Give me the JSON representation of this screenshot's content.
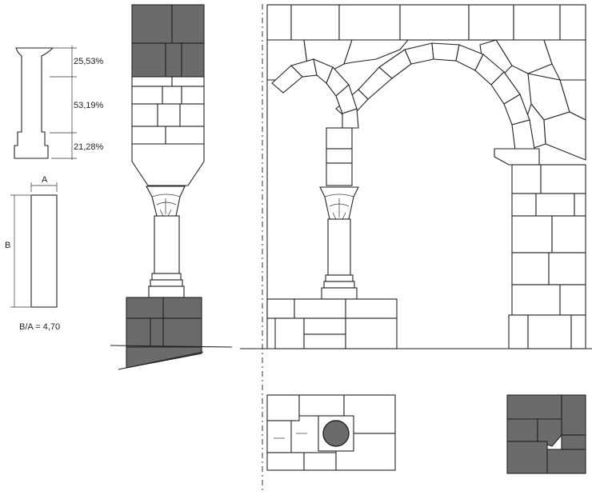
{
  "proportions": {
    "upper_pct": "25,53%",
    "middle_pct": "53,19%",
    "lower_pct": "21,28%"
  },
  "shaft": {
    "width_label": "A",
    "height_label": "B",
    "ratio_label": "B/A  =  4,70"
  },
  "colors": {
    "ink": "#222222",
    "dark_stone": "#6b6b6b",
    "paper": "#ffffff"
  }
}
